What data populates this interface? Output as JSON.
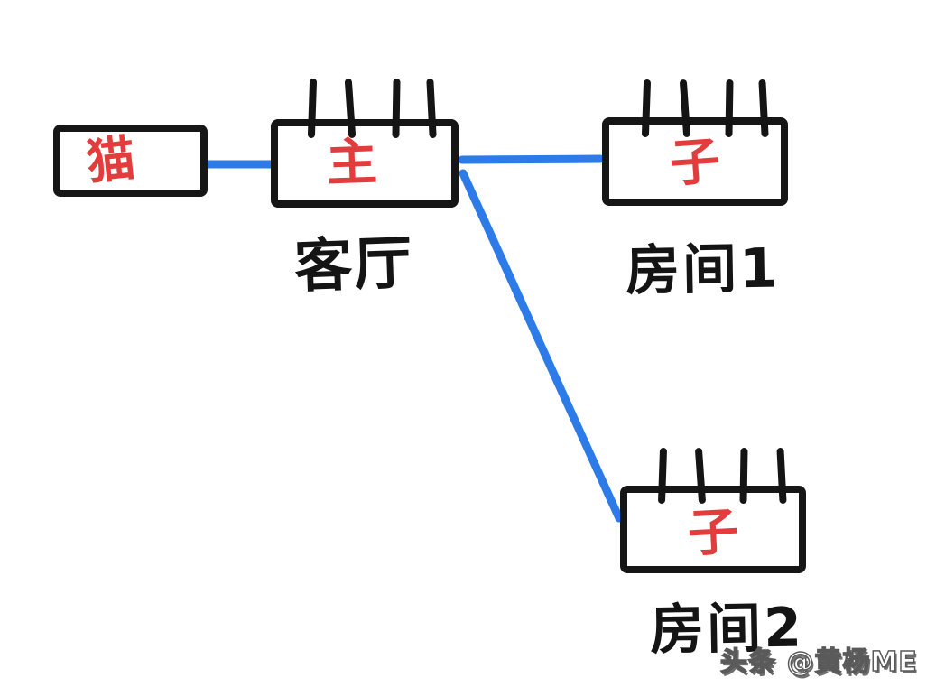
{
  "diagram": {
    "nodes": {
      "modem": {
        "label": "猫",
        "sublabel": "",
        "type": "modem"
      },
      "main": {
        "label": "主",
        "sublabel": "客厅",
        "type": "main-router"
      },
      "room1": {
        "label": "子",
        "sublabel": "房间1",
        "type": "satellite-router"
      },
      "room2": {
        "label": "子",
        "sublabel": "房间2",
        "type": "satellite-router"
      }
    },
    "connections": [
      {
        "from": "modem",
        "to": "main"
      },
      {
        "from": "main",
        "to": "room1"
      },
      {
        "from": "main",
        "to": "room2"
      }
    ],
    "colors": {
      "ink_black": "#161616",
      "label_red": "#e23c3c",
      "link_blue": "#2c7be8"
    }
  },
  "watermark": {
    "text": "头条 @黄杨ME"
  }
}
